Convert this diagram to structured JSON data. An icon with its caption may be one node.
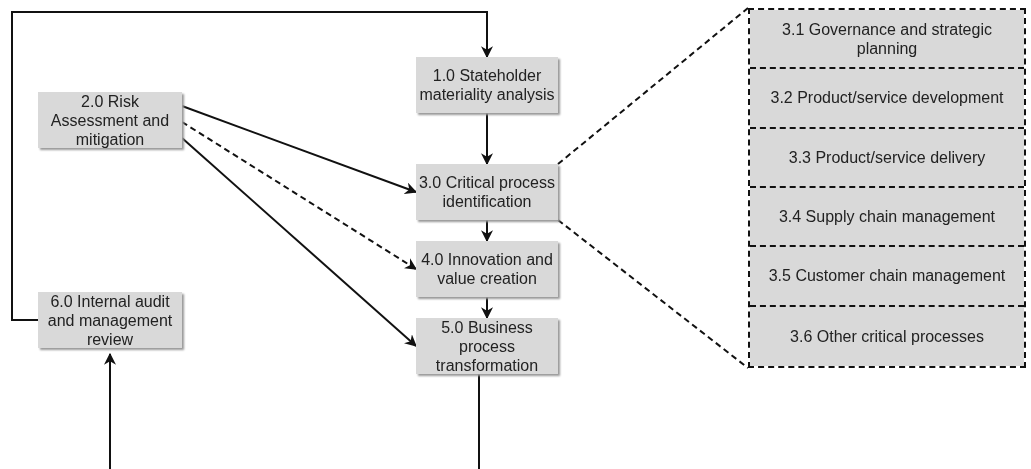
{
  "diagram": {
    "nodes": [
      {
        "text": [
          "1.0 Stateholder materiality analysis"
        ]
      },
      {
        "text": [
          "2.0 Risk Assessment and mitigation"
        ]
      },
      {
        "text": [
          "3.0 Critical process identification"
        ]
      },
      {
        "text": [
          "4.0 Innovation and value creation"
        ]
      },
      {
        "text": [
          "5.0 Business process transformation"
        ]
      },
      {
        "text": [
          "6.0 Internal audit and management review"
        ]
      },
      {
        "text": [],
        "shape": "box"
      },
      {
        "text": [
          "3.1 Governance and strategic planning"
        ],
        "in": 6
      },
      {
        "text": [
          "3.2 Product/service development"
        ],
        "in": 6
      },
      {
        "text": [
          "3.3 Product/service delivery"
        ],
        "in": 6
      },
      {
        "text": [
          "3.4 Supply chain management"
        ],
        "in": 6
      },
      {
        "text": [
          "3.5 Customer chain management"
        ],
        "in": 6
      },
      {
        "text": [
          "3.6 Other critical processes"
        ],
        "in": 6
      }
    ],
    "edges": [
      {
        "from": 0,
        "to": 2,
        "arrow": "to"
      },
      {
        "from": 1,
        "to": 2,
        "arrow": "to"
      },
      {
        "from": 1,
        "to": 3,
        "arrow": "to",
        "style": "dashed"
      },
      {
        "from": 1,
        "to": 4,
        "arrow": "to"
      },
      {
        "from": 2,
        "to": 3,
        "arrow": "to"
      },
      {
        "from": 3,
        "to": 4,
        "arrow": "to"
      },
      {
        "from": 5,
        "to": 0,
        "arrow": "to"
      },
      {
        "from": null,
        "to": 5,
        "arrow": "to"
      },
      {
        "from": 4,
        "to": null,
        "arrow": "none"
      },
      {
        "from": 2,
        "to": 6,
        "arrow": "none",
        "style": "dashed"
      },
      {
        "from": 2,
        "to": 6,
        "arrow": "none",
        "style": "dashed"
      }
    ]
  }
}
